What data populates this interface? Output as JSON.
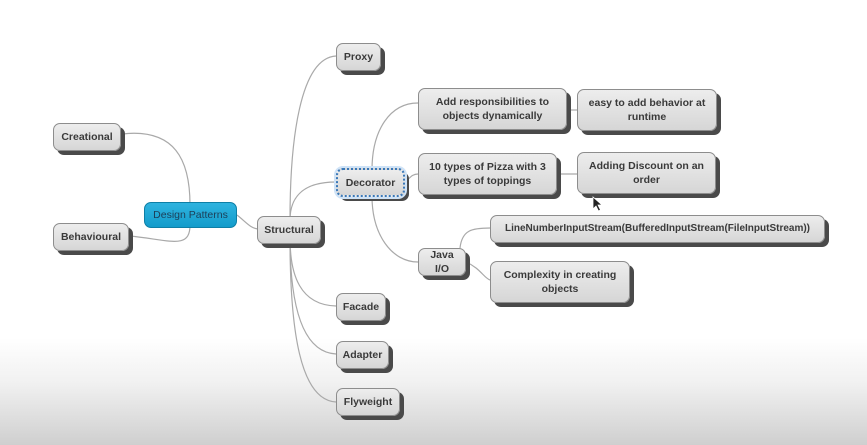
{
  "nodes": {
    "root": "Design Patterns",
    "creational": "Creational",
    "behavioural": "Behavioural",
    "structural": "Structural",
    "proxy": "Proxy",
    "decorator": "Decorator",
    "facade": "Facade",
    "adapter": "Adapter",
    "flyweight": "Flyweight",
    "add_responsibilities_1": "Add responsibilities to",
    "add_responsibilities_2": "objects dynamically",
    "easy_add_behavior_1": "easy to add behavior at",
    "easy_add_behavior_2": "runtime",
    "pizza_types_1": "10 types of Pizza with 3",
    "pizza_types_2": "types of toppings",
    "adding_discount_1": "Adding Discount on an",
    "adding_discount_2": "order",
    "java_io": "Java I/O",
    "line_number_stream": "LineNumberInputStream(BufferedInputStream(FileInputStream))",
    "complexity_1": "Complexity in creating",
    "complexity_2": "objects"
  },
  "colors": {
    "root_fill": "#139ccb",
    "node_fill": "#e0e0e0",
    "link": "#a9a9a9",
    "selection": "#3a78b8"
  }
}
